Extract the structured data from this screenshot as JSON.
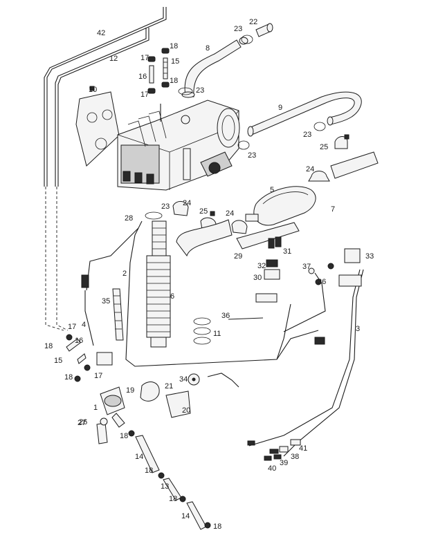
{
  "diagram": {
    "callouts": [
      {
        "id": "c1",
        "text": "1"
      },
      {
        "id": "c2",
        "text": "2"
      },
      {
        "id": "c3",
        "text": "3"
      },
      {
        "id": "c4",
        "text": "4"
      },
      {
        "id": "c5",
        "text": "5"
      },
      {
        "id": "c6",
        "text": "6"
      },
      {
        "id": "c7",
        "text": "7"
      },
      {
        "id": "c8",
        "text": "8"
      },
      {
        "id": "c9",
        "text": "9"
      },
      {
        "id": "c10",
        "text": "10"
      },
      {
        "id": "c11",
        "text": "11"
      },
      {
        "id": "c12",
        "text": "12"
      },
      {
        "id": "c13",
        "text": "13"
      },
      {
        "id": "c14a",
        "text": "14"
      },
      {
        "id": "c14b",
        "text": "14"
      },
      {
        "id": "c15a",
        "text": "15"
      },
      {
        "id": "c15b",
        "text": "15"
      },
      {
        "id": "c16a",
        "text": "16"
      },
      {
        "id": "c16b",
        "text": "16"
      },
      {
        "id": "c17a",
        "text": "17"
      },
      {
        "id": "c17b",
        "text": "17"
      },
      {
        "id": "c17c",
        "text": "17"
      },
      {
        "id": "c17d",
        "text": "17"
      },
      {
        "id": "c18a",
        "text": "18"
      },
      {
        "id": "c18b",
        "text": "18"
      },
      {
        "id": "c18c",
        "text": "18"
      },
      {
        "id": "c18d",
        "text": "18"
      },
      {
        "id": "c18e",
        "text": "18"
      },
      {
        "id": "c18f",
        "text": "18"
      },
      {
        "id": "c18g",
        "text": "18"
      },
      {
        "id": "c18h",
        "text": "18"
      },
      {
        "id": "c19",
        "text": "19"
      },
      {
        "id": "c20",
        "text": "20"
      },
      {
        "id": "c21",
        "text": "21"
      },
      {
        "id": "c22",
        "text": "22"
      },
      {
        "id": "c23a",
        "text": "23"
      },
      {
        "id": "c23b",
        "text": "23"
      },
      {
        "id": "c23c",
        "text": "23"
      },
      {
        "id": "c23d",
        "text": "23"
      },
      {
        "id": "c23e",
        "text": "23"
      },
      {
        "id": "c24a",
        "text": "24"
      },
      {
        "id": "c24b",
        "text": "24"
      },
      {
        "id": "c24c",
        "text": "24"
      },
      {
        "id": "c25a",
        "text": "25"
      },
      {
        "id": "c25b",
        "text": "25"
      },
      {
        "id": "c26",
        "text": "26"
      },
      {
        "id": "c27",
        "text": "27"
      },
      {
        "id": "c28",
        "text": "28"
      },
      {
        "id": "c29",
        "text": "29"
      },
      {
        "id": "c30",
        "text": "30"
      },
      {
        "id": "c31",
        "text": "31"
      },
      {
        "id": "c32",
        "text": "32"
      },
      {
        "id": "c33",
        "text": "33"
      },
      {
        "id": "c34",
        "text": "34"
      },
      {
        "id": "c35",
        "text": "35"
      },
      {
        "id": "c36a",
        "text": "36"
      },
      {
        "id": "c36b",
        "text": "36"
      },
      {
        "id": "c37",
        "text": "37"
      },
      {
        "id": "c38",
        "text": "38"
      },
      {
        "id": "c39",
        "text": "39"
      },
      {
        "id": "c40",
        "text": "40"
      },
      {
        "id": "c41",
        "text": "41"
      },
      {
        "id": "c42",
        "text": "42"
      }
    ]
  }
}
